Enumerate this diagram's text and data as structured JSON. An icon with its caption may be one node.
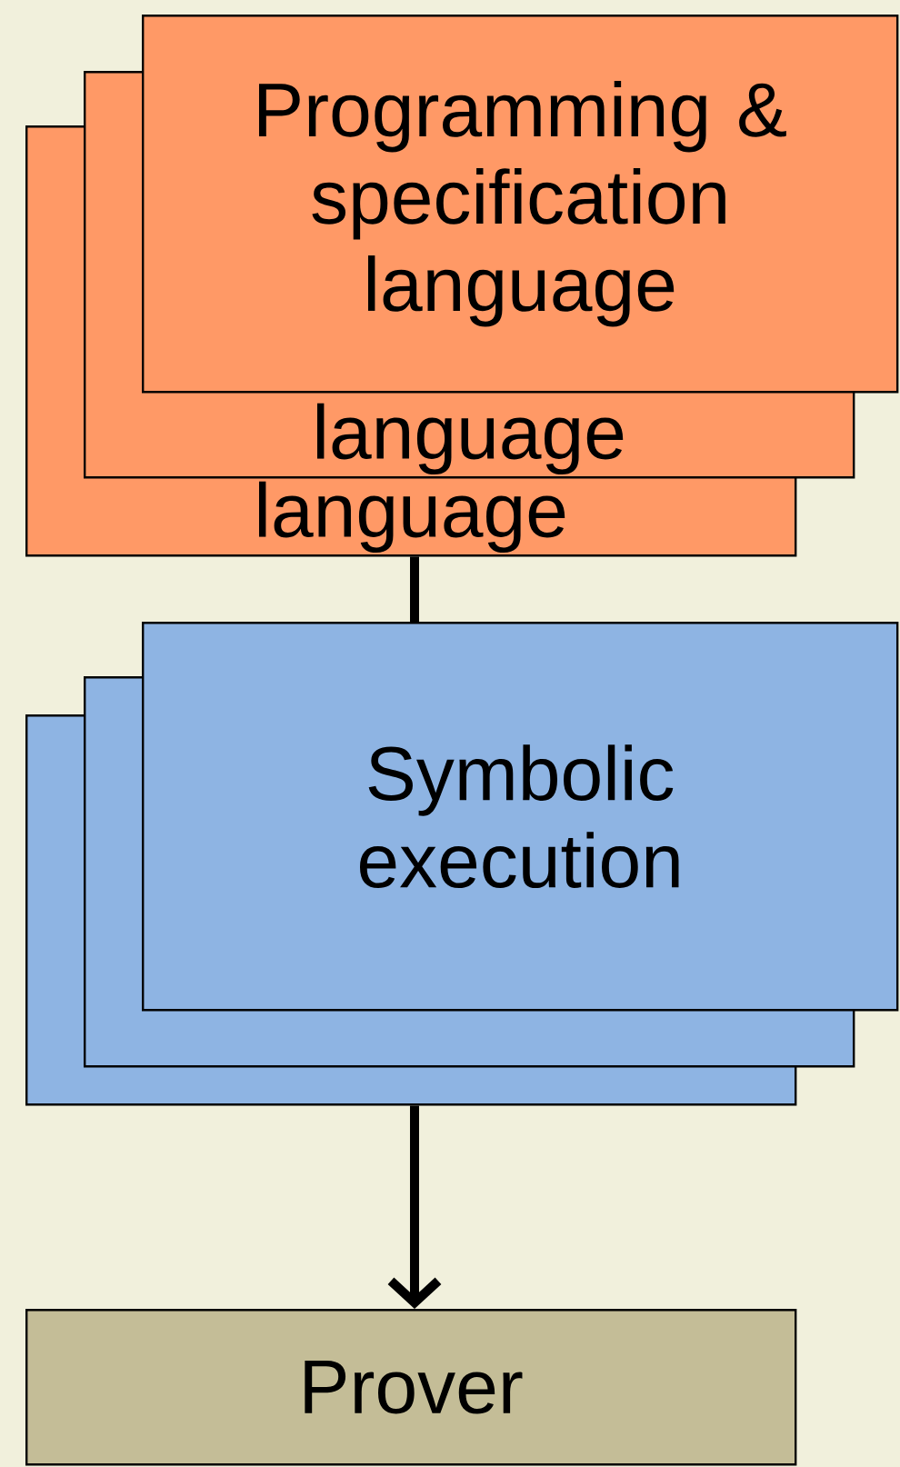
{
  "diagram": {
    "nodes": [
      {
        "text": [
          "language"
        ]
      },
      {
        "text": [
          "language"
        ]
      },
      {
        "text": [
          "Programming & specification language"
        ]
      },
      {
        "text": [],
        "shape": "box"
      },
      {
        "text": [],
        "shape": "box"
      },
      {
        "text": [
          "Symbolic execution"
        ]
      },
      {
        "text": [
          "Prover"
        ]
      }
    ],
    "edges": [
      {
        "from": 0,
        "to": 5,
        "arrow": "none"
      },
      {
        "from": 3,
        "to": 6,
        "arrow": "to"
      }
    ]
  }
}
